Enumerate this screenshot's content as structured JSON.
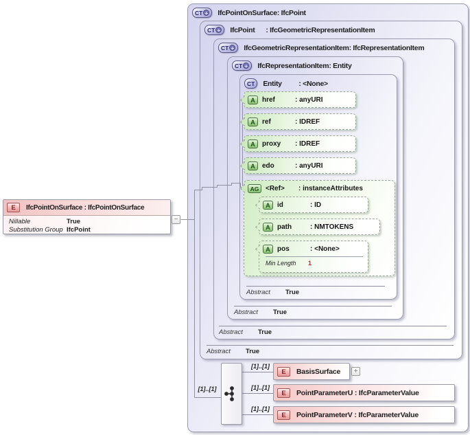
{
  "glyphs": {
    "plus": "+",
    "minus": "−",
    "expand": "+"
  },
  "element": {
    "badge": "E",
    "title": "IfcPointOnSurface : IfcPointOnSurface",
    "properties": [
      {
        "label": "Nillable",
        "value": "True"
      },
      {
        "label": "Substitution Group",
        "value": "IfcPoint"
      }
    ]
  },
  "types": [
    {
      "badge": "CT",
      "name": "IfcPointOnSurface",
      "base": ": IfcPoint"
    },
    {
      "badge": "CT",
      "name": "IfcPoint",
      "base": ": IfcGeometricRepresentationItem",
      "abstract_label": "Abstract",
      "abstract_value": "True"
    },
    {
      "badge": "CT",
      "name": "IfcGeometricRepresentationItem",
      "base": ": IfcRepresentationItem",
      "abstract_label": "Abstract",
      "abstract_value": "True"
    },
    {
      "badge": "CT",
      "name": "IfcRepresentationItem",
      "base": ": Entity",
      "abstract_label": "Abstract",
      "abstract_value": "True"
    },
    {
      "badge": "CT",
      "name": "Entity",
      "base": ": <None>",
      "abstract_label": "Abstract",
      "abstract_value": "True"
    }
  ],
  "attributes": [
    {
      "badge": "A",
      "name": "href",
      "type": ": anyURI"
    },
    {
      "badge": "A",
      "name": "ref",
      "type": ": IDREF"
    },
    {
      "badge": "A",
      "name": "proxy",
      "type": ": IDREF"
    },
    {
      "badge": "A",
      "name": "edo",
      "type": ": anyURI"
    }
  ],
  "attribute_group": {
    "badge": "AG",
    "name": "<Ref>",
    "type": ": instanceAttributes",
    "attributes": [
      {
        "badge": "A",
        "name": "id",
        "type": ": ID"
      },
      {
        "badge": "A",
        "name": "path",
        "type": ": NMTOKENS"
      },
      {
        "badge": "A",
        "name": "pos",
        "type": ": <None>",
        "facet_label": "Min Length",
        "facet_value": "1"
      }
    ]
  },
  "content_model": {
    "cardinality": "[1]..[1]",
    "children": [
      {
        "badge": "E",
        "cardinality": "[1]..[1]",
        "label": "BasisSurface"
      },
      {
        "badge": "E",
        "cardinality": "[1]..[1]",
        "label": "PointParameterU : IfcParameterValue"
      },
      {
        "badge": "E",
        "cardinality": "[1]..[1]",
        "label": "PointParameterV : IfcParameterValue"
      }
    ]
  }
}
